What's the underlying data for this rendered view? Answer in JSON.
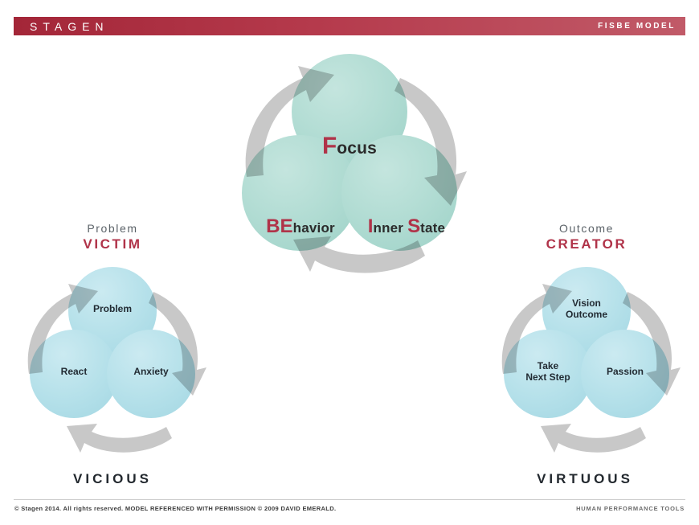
{
  "header": {
    "brand": "STAGEN",
    "title": "FISBE MODEL",
    "bar_color": "#b03349"
  },
  "theme": {
    "accent_red": "#b03349",
    "teal_circle": "#b1dcd3",
    "blue_circle": "#b6e1ea",
    "arrow_gray": "#c9c9c9",
    "label_dark": "#22282e"
  },
  "main_cluster": {
    "name": "fisbe",
    "circle_color": "#b1dcd3",
    "circles": [
      {
        "id": "focus",
        "cap": "F",
        "rest": "ocus",
        "position": "top"
      },
      {
        "id": "behavior",
        "cap": "BE",
        "rest": "havior",
        "position": "bottom-left"
      },
      {
        "id": "inner-state",
        "cap": "I",
        "rest": "nner",
        "cap2": "S",
        "rest2": "tate",
        "position": "bottom-right"
      }
    ],
    "arrows": [
      "left-up",
      "right-down",
      "bottom-left"
    ]
  },
  "left_cluster": {
    "name": "victim",
    "circle_color": "#b6e1ea",
    "heading_line1": "Problem",
    "heading_line2": "VICTIM",
    "footer_label": "VICIOUS",
    "circles": [
      {
        "id": "problem",
        "label": "Problem",
        "position": "top"
      },
      {
        "id": "react",
        "label": "React",
        "position": "bottom-left"
      },
      {
        "id": "anxiety",
        "label": "Anxiety",
        "position": "bottom-right"
      }
    ]
  },
  "right_cluster": {
    "name": "creator",
    "circle_color": "#b6e1ea",
    "heading_line1": "Outcome",
    "heading_line2": "CREATOR",
    "footer_label": "VIRTUOUS",
    "circles": [
      {
        "id": "vision-outcome",
        "label": "Vision\nOutcome",
        "position": "top"
      },
      {
        "id": "take-next-step",
        "label": "Take\nNext Step",
        "position": "bottom-left"
      },
      {
        "id": "passion",
        "label": "Passion",
        "position": "bottom-right"
      }
    ]
  },
  "footer": {
    "left": "© Stagen 2014. All rights reserved.   MODEL REFERENCED WITH PERMISSION © 2009 DAVID EMERALD.",
    "right": "HUMAN PERFORMANCE TOOLS"
  }
}
